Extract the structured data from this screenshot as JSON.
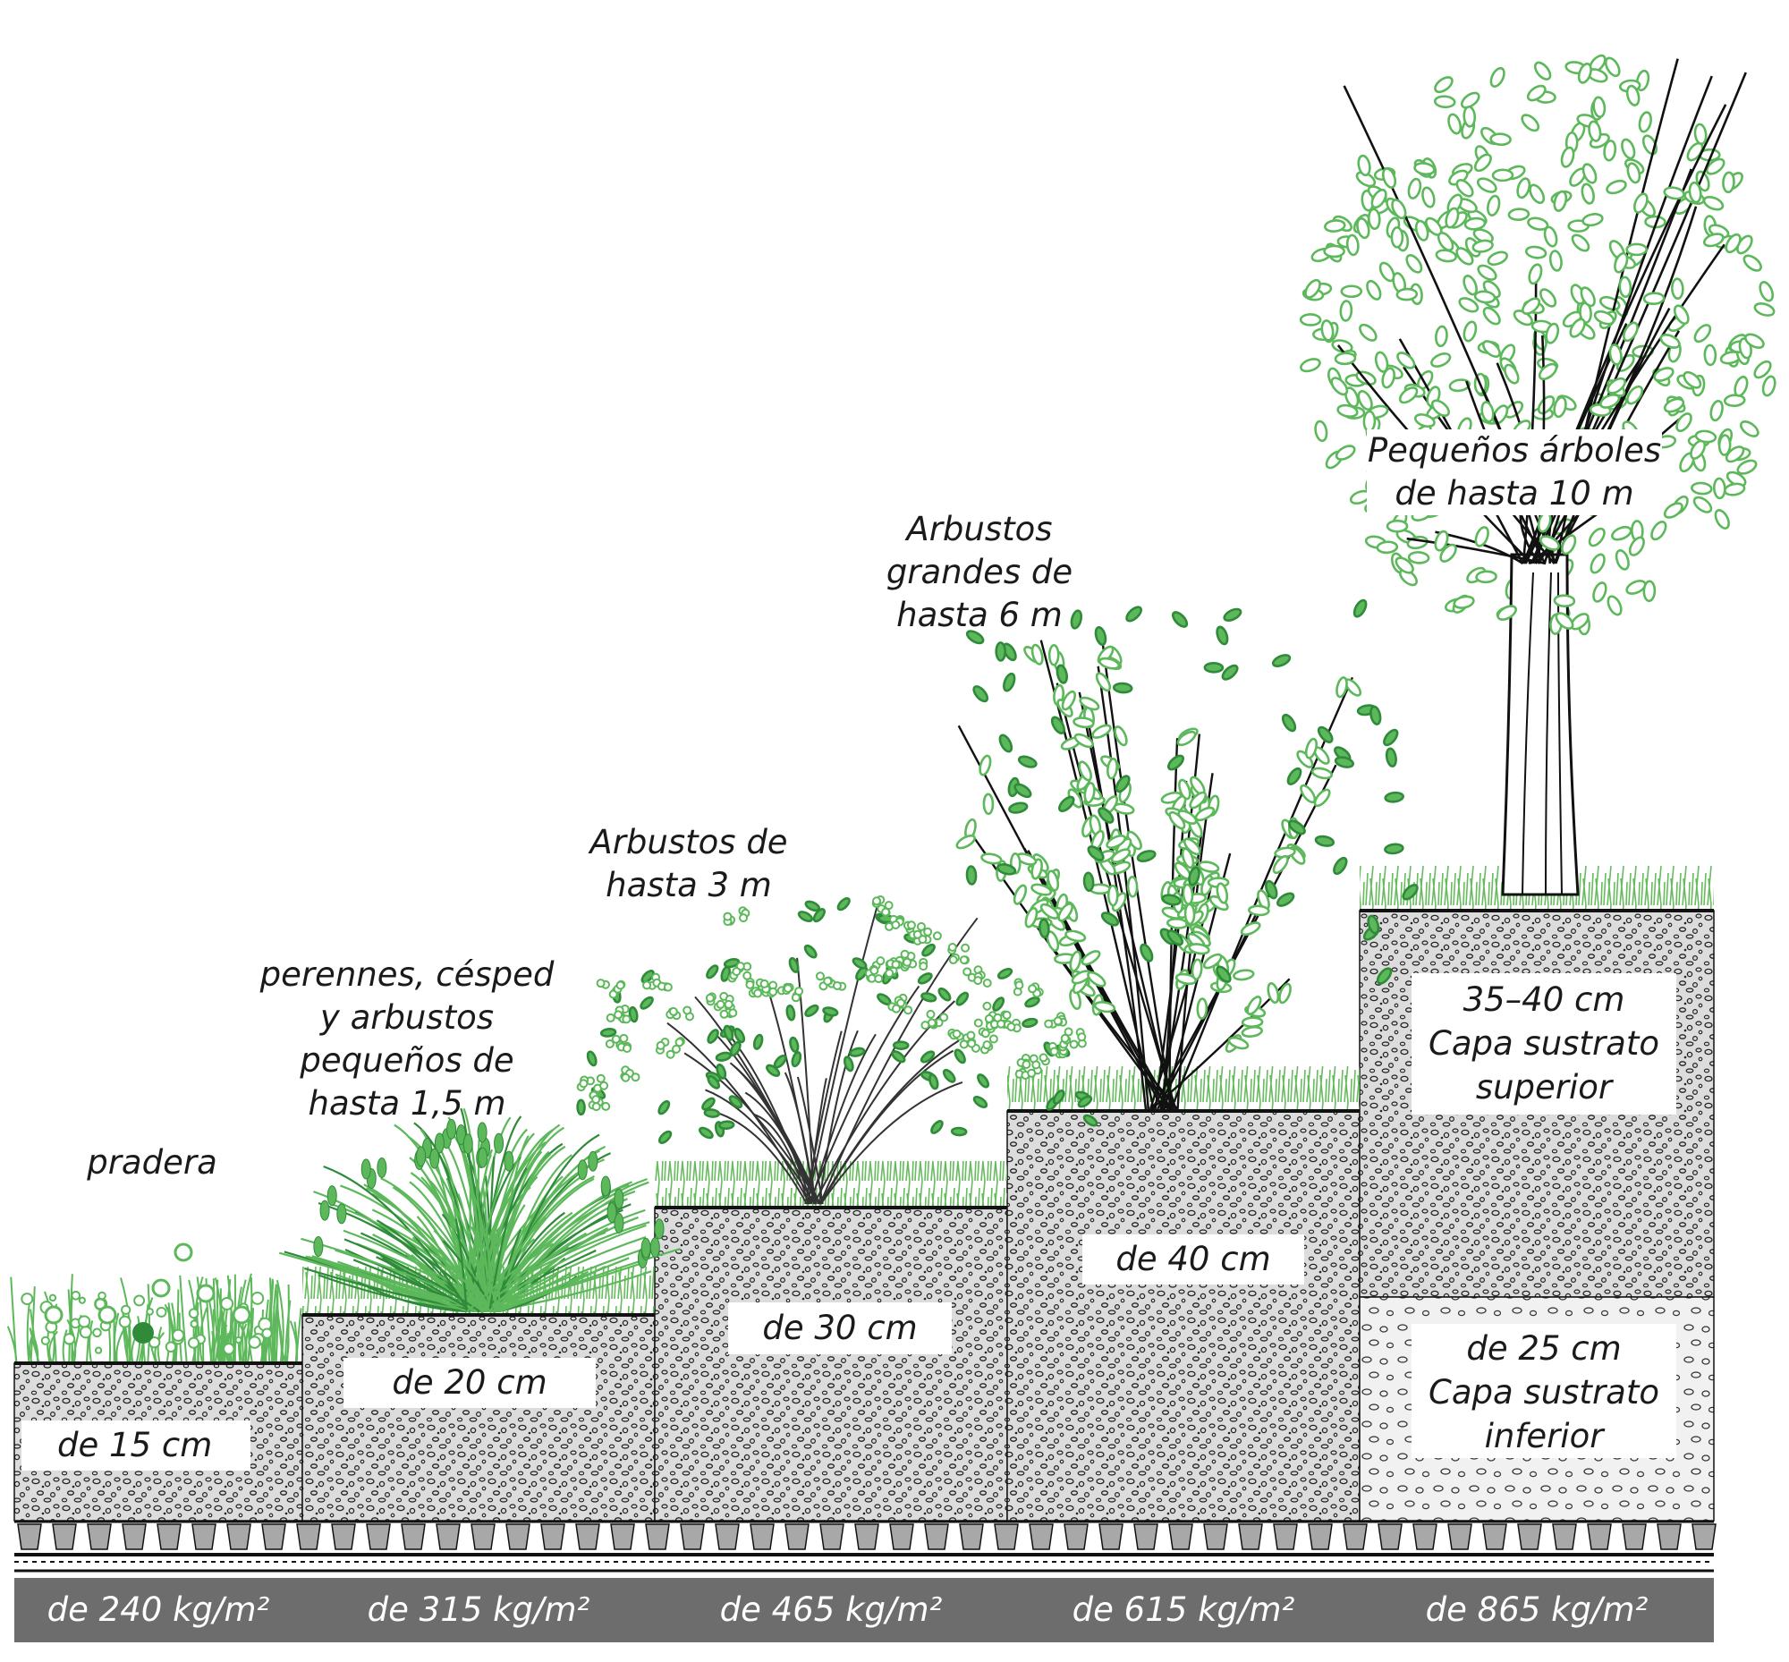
{
  "colors": {
    "plant_green": "#5cb85a",
    "plant_dark_green": "#2f8a3a",
    "outline": "#111111",
    "substrate_bg": "#d9d9d9",
    "drainage": "#a8a8a8",
    "weight_bar": "#6d6d6d"
  },
  "columns": [
    {
      "plant_label": "pradera",
      "depth": [
        "de 15 cm"
      ],
      "weight": "de 240 kg/m²"
    },
    {
      "plant_label": "perennes, césped y arbustos pequeños de hasta 1,5 m",
      "depth": [
        "de 20 cm"
      ],
      "weight": "de 315 kg/m²"
    },
    {
      "plant_label": "Arbustos de hasta 3 m",
      "depth": [
        "de 30 cm"
      ],
      "weight": "de 465 kg/m²"
    },
    {
      "plant_label": "Arbustos grandes de hasta 6 m",
      "depth": [
        "de 40 cm"
      ],
      "weight": "de 615 kg/m²"
    },
    {
      "plant_label": "Pequeños árboles de hasta 10 m",
      "depth": [
        "35–40 cm",
        "Capa sustrato",
        "superior"
      ],
      "depth_lower": [
        "de 25 cm",
        "Capa sustrato",
        "inferior"
      ],
      "weight": "de 865 kg/m²"
    }
  ]
}
